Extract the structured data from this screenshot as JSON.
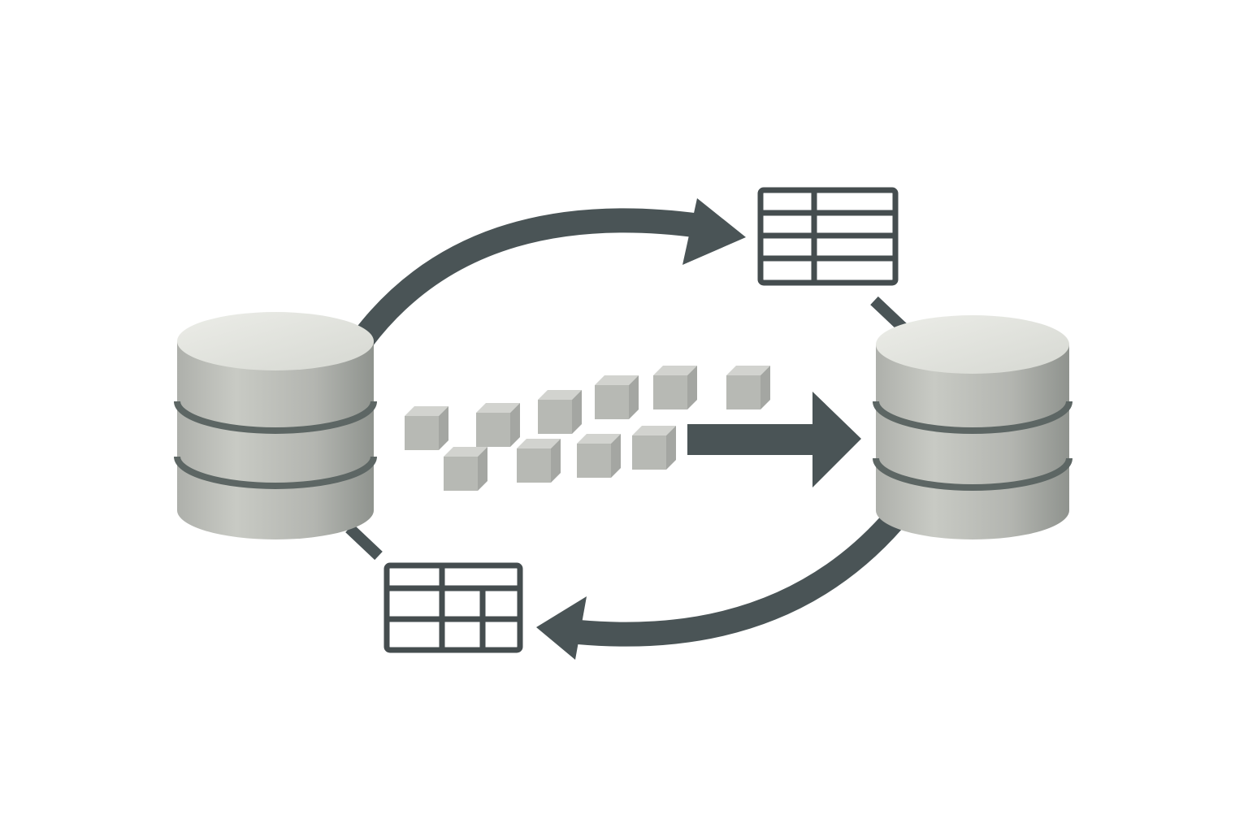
{
  "diagram": {
    "nodes": [
      {
        "id": "source-database",
        "kind": "database",
        "tiers": 3
      },
      {
        "id": "target-database",
        "kind": "database",
        "tiers": 3
      },
      {
        "id": "table-top-right",
        "kind": "table",
        "rows": 4,
        "cols": 2
      },
      {
        "id": "table-bottom-left",
        "kind": "table",
        "rows": 3,
        "cols": 3
      }
    ],
    "edges": [
      {
        "from": "source-database",
        "to": "table-top-right",
        "style": "curved-arrow"
      },
      {
        "from": "target-database",
        "to": "table-bottom-left",
        "style": "curved-arrow"
      },
      {
        "from": "data-blocks",
        "to": "target-database",
        "style": "straight-arrow"
      },
      {
        "from": "table-top-right",
        "to": "target-database",
        "style": "connector"
      },
      {
        "from": "source-database",
        "to": "table-bottom-left",
        "style": "connector"
      }
    ],
    "data_blocks_count": 10
  },
  "colors": {
    "arrow": "#4a5456",
    "db_top": "#e6e7e2",
    "db_body_light": "#c4c6c0",
    "db_body_dark": "#8f938e",
    "db_band": "#5d6664",
    "cube_front": "#b7b9b4",
    "cube_top": "#d2d3cf",
    "cube_side": "#a4a6a2",
    "table_line": "#454d4f"
  }
}
